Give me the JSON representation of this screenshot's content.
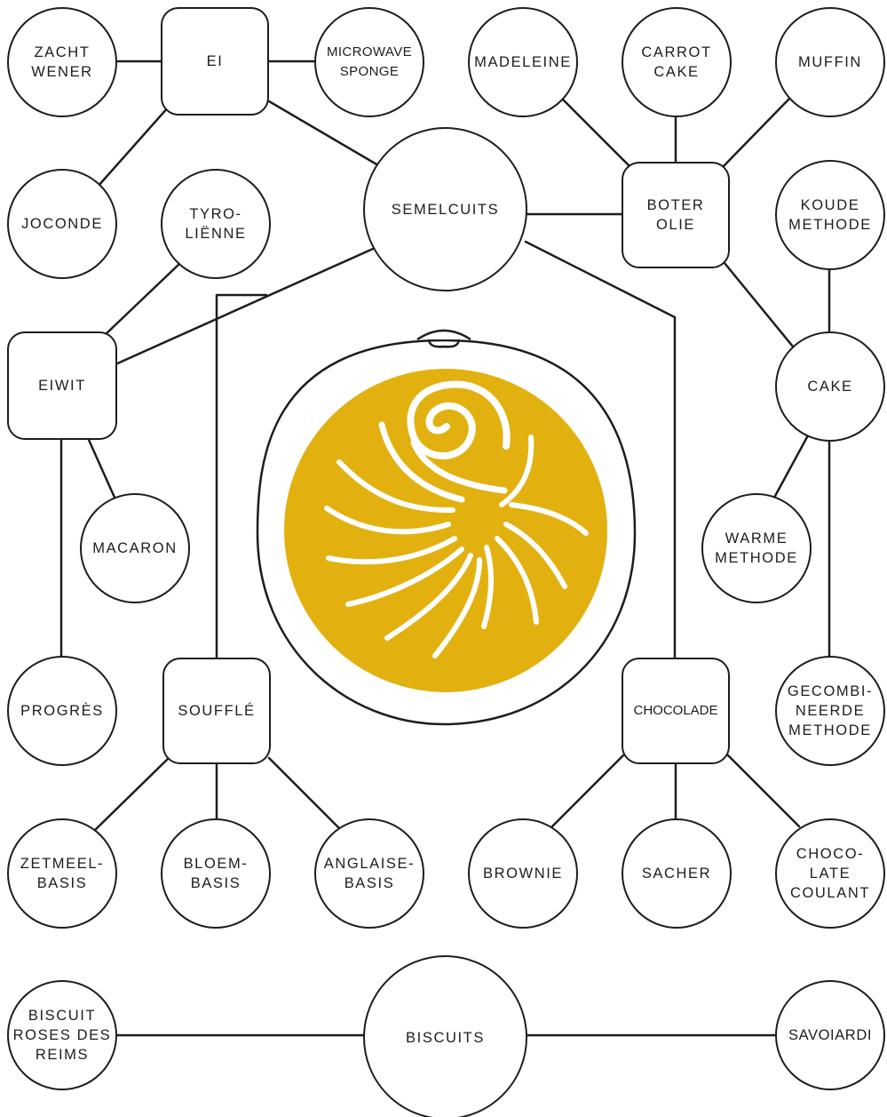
{
  "colors": {
    "line": "#1d1d1b",
    "accent": "#e2b10f",
    "background": "#ffffff"
  },
  "center_icon": "swirl-logo-icon",
  "nodes": {
    "zacht_wener": "ZACHT\nWENER",
    "ei": "EI",
    "microwave_sponge": "MICROWAVE\nSPONGE",
    "madeleine": "MADELEINE",
    "carrot_cake": "CARROT\nCAKE",
    "muffin": "MUFFIN",
    "joconde": "JOCONDE",
    "tyrolienne": "TYRO-\nLIËNNE",
    "semelcuits": "SEMELCUITS",
    "boter_olie": "BOTER\nOLIE",
    "koude_methode": "KOUDE\nMETHODE",
    "eiwit": "EIWIT",
    "cake": "CAKE",
    "macaron": "MACARON",
    "warme_methode": "WARME\nMETHODE",
    "progres": "PROGRÈS",
    "souffle": "SOUFFLÉ",
    "chocolade": "CHOCOLADE",
    "gecombineerde_methode": "GECOMBI-\nNEERDE\nMETHODE",
    "zetmeel_basis": "ZETMEEL-\nBASIS",
    "bloem_basis": "BLOEM-\nBASIS",
    "anglaise_basis": "ANGLAISE-\nBASIS",
    "brownie": "BROWNIE",
    "sacher": "SACHER",
    "chocolate_coulant": "CHOCO-\nLATE\nCOULANT",
    "biscuit_roses_des_reims": "BISCUIT\nROSES DES\nREIMS",
    "biscuits": "BISCUITS",
    "savoiardi": "SAVOIARDI"
  }
}
